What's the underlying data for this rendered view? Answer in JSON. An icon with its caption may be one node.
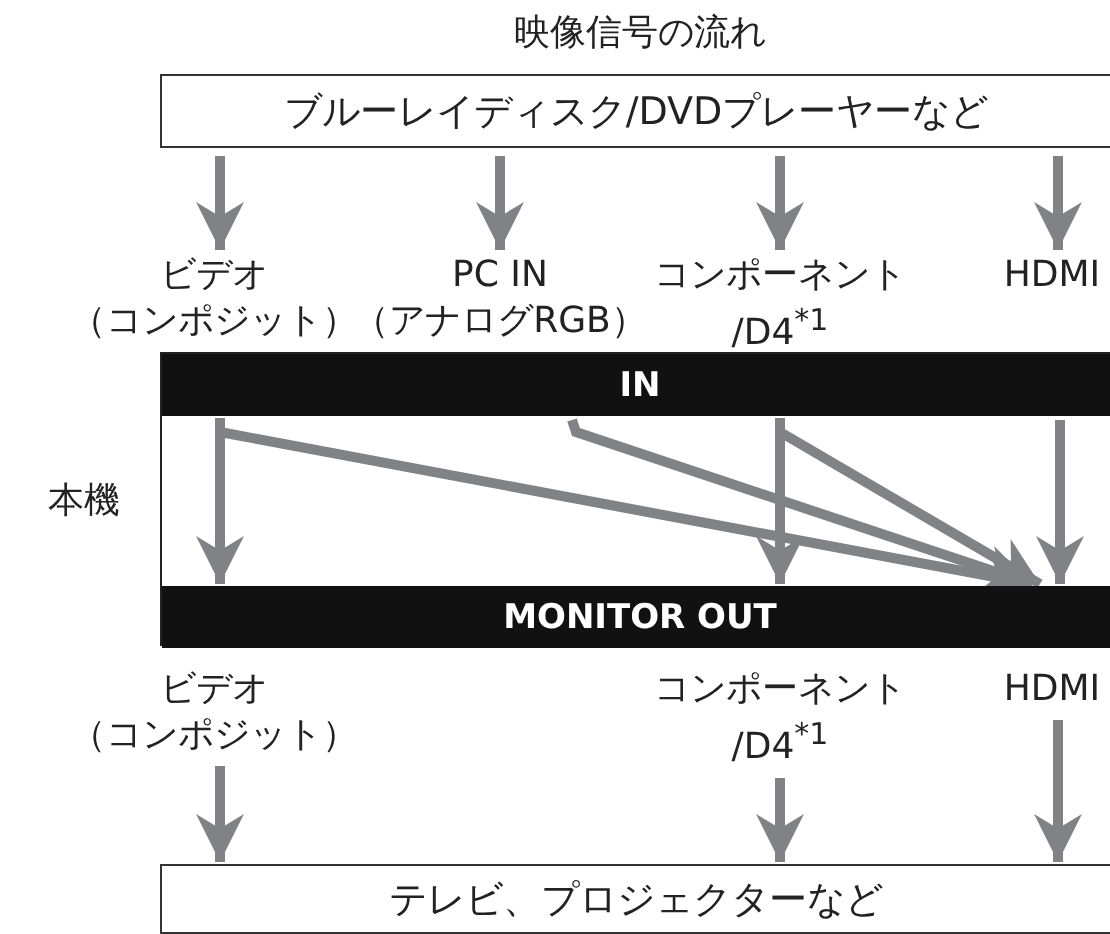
{
  "diagram": {
    "title": "映像信号の流れ",
    "nodes": [
      {
        "text": [
          "ブルーレイディスク/DVDプレーヤーなど"
        ]
      },
      {
        "text": [
          "ビデオ（コンポジット）"
        ]
      },
      {
        "text": [
          "PC IN（アナログRGB）"
        ]
      },
      {
        "text": [
          "コンポーネント/D4$^{*1}$"
        ]
      },
      {
        "text": [
          "HDMI"
        ]
      },
      {
        "text": [],
        "shape": "box",
        "beside": [
          "本機"
        ]
      },
      {
        "text": [
          "IN"
        ],
        "in": 5
      },
      {
        "text": [
          "MONITOR OUT"
        ],
        "in": 5
      },
      {
        "text": [
          "ビデオ（コンポジット）"
        ]
      },
      {
        "text": [
          "コンポーネント/D4$^{*1}$"
        ]
      },
      {
        "text": [
          "HDMI"
        ]
      },
      {
        "text": [
          "テレビ、プロジェクターなど"
        ]
      }
    ],
    "edges": [
      {
        "from": 0,
        "to": 1,
        "arrow": "to"
      },
      {
        "from": 0,
        "to": 2,
        "arrow": "to"
      },
      {
        "from": 0,
        "to": 3,
        "arrow": "to"
      },
      {
        "from": 0,
        "to": 4,
        "arrow": "to"
      },
      {
        "from": 6,
        "to": 7,
        "arrow": "to"
      },
      {
        "from": 6,
        "to": 7,
        "arrow": "to"
      },
      {
        "from": 6,
        "to": 7,
        "arrow": "to"
      },
      {
        "from": 6,
        "to": 7,
        "arrow": "to"
      },
      {
        "from": 6,
        "to": 7,
        "arrow": "to"
      },
      {
        "from": 6,
        "to": 7,
        "arrow": "to"
      },
      {
        "from": 8,
        "to": 11,
        "arrow": "to"
      },
      {
        "from": 9,
        "to": 11,
        "arrow": "to"
      },
      {
        "from": 10,
        "to": 11,
        "arrow": "to"
      }
    ]
  }
}
